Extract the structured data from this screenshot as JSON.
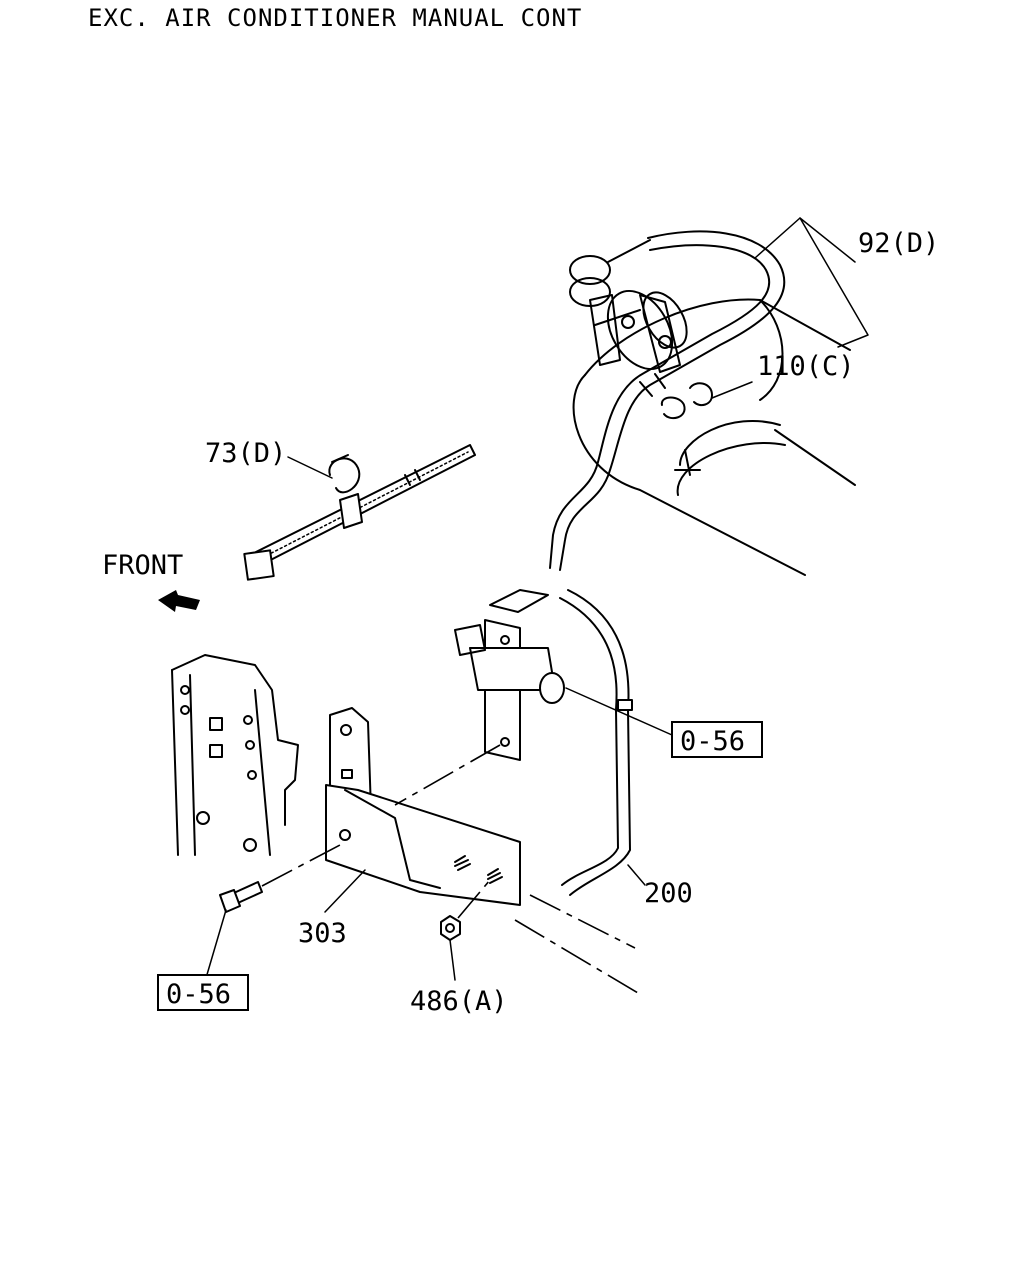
{
  "title": "EXC. AIR CONDITIONER MANUAL CONT",
  "direction": {
    "label": "FRONT"
  },
  "callouts": {
    "pipe": "92(D)",
    "clip_small": "110(C)",
    "clip_band": "73(D)",
    "ref_upper": "0-56",
    "hose": "200",
    "bracket": "303",
    "ref_lower": "0-56",
    "nut": "486(A)"
  }
}
